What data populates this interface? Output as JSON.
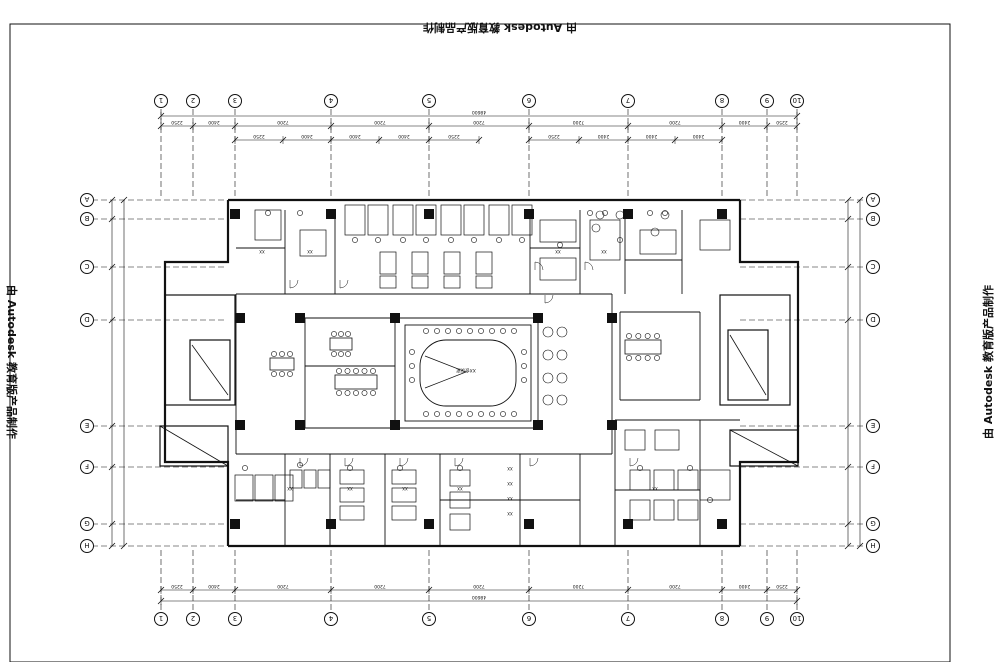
{
  "watermark": {
    "text": "由 Autodesk 教育版产品制作"
  },
  "axes": {
    "columns": [
      "1",
      "2",
      "3",
      "4",
      "5",
      "6",
      "7",
      "8",
      "9",
      "10"
    ],
    "rows": [
      "A",
      "B",
      "C",
      "D",
      "E",
      "F",
      "G",
      "H"
    ]
  },
  "dimensions": {
    "overall": "48600",
    "spans_outer": [
      "2250",
      "2400",
      "7200",
      "7200",
      "7200",
      "7200",
      "7200",
      "2400",
      "2250"
    ],
    "spans_inner_top": [
      "2250",
      "2400",
      "2400",
      "2400",
      "2250"
    ]
  },
  "labels": {
    "room_small": "XX",
    "room_tag": "XX会议室"
  },
  "colors": {
    "line": "#111111",
    "fill": "#111111",
    "paper": "#ffffff"
  }
}
